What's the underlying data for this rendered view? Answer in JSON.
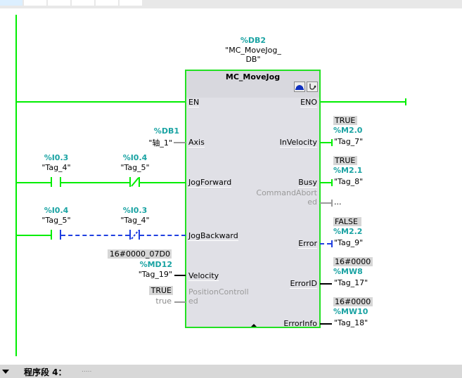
{
  "toolbar": {
    "tabs": [
      "",
      "",
      "",
      "",
      "",
      ""
    ]
  },
  "block": {
    "instance_address": "%DB2",
    "instance_name_line1": "\"MC_MoveJog_",
    "instance_name_line2": "DB\"",
    "title": "MC_MoveJog",
    "icons": [
      "safety-icon",
      "diagnostics-icon"
    ],
    "inputs": [
      {
        "pin": "EN"
      },
      {
        "pin": "Axis",
        "address": "%DB1",
        "tag": "\"轴_1\""
      },
      {
        "pin": "JogForward"
      },
      {
        "pin": "JogBackward"
      },
      {
        "pin": "Velocity",
        "value": "16#0000_07D0",
        "address": "%MD12",
        "tag": "\"Tag_19\""
      },
      {
        "pin_line1": "PositionControll",
        "pin_line2": "ed",
        "value": "TRUE",
        "tag": "true"
      }
    ],
    "outputs": [
      {
        "pin": "ENO"
      },
      {
        "pin": "InVelocity",
        "value": "TRUE",
        "address": "%M2.0",
        "tag": "\"Tag_7\""
      },
      {
        "pin": "Busy",
        "value": "TRUE",
        "address": "%M2.1",
        "tag": "\"Tag_8\""
      },
      {
        "pin_line1": "CommandAbort",
        "pin_line2": "ed",
        "tag": "..."
      },
      {
        "pin": "Error",
        "value": "FALSE",
        "address": "%M2.2",
        "tag": "\"Tag_9\""
      },
      {
        "pin": "ErrorID",
        "value": "16#0000",
        "address": "%MW8",
        "tag": "\"Tag_17\""
      },
      {
        "pin": "ErrorInfo",
        "value": "16#0000",
        "address": "%MW10",
        "tag": "\"Tag_18\""
      }
    ]
  },
  "contacts": {
    "row1": [
      {
        "address": "%I0.3",
        "tag": "\"Tag_4\"",
        "type": "NO"
      },
      {
        "address": "%I0.4",
        "tag": "\"Tag_5\"",
        "type": "NC"
      }
    ],
    "row2": [
      {
        "address": "%I0.4",
        "tag": "\"Tag_5\"",
        "type": "NO"
      },
      {
        "address": "%I0.3",
        "tag": "\"Tag_4\"",
        "type": "NC"
      }
    ]
  },
  "colors": {
    "powered": "#00ee00",
    "unpowered": "#1f3fe0",
    "address": "#1aa3a3"
  },
  "network": {
    "label": "程序段 4：",
    "comment": "....."
  }
}
